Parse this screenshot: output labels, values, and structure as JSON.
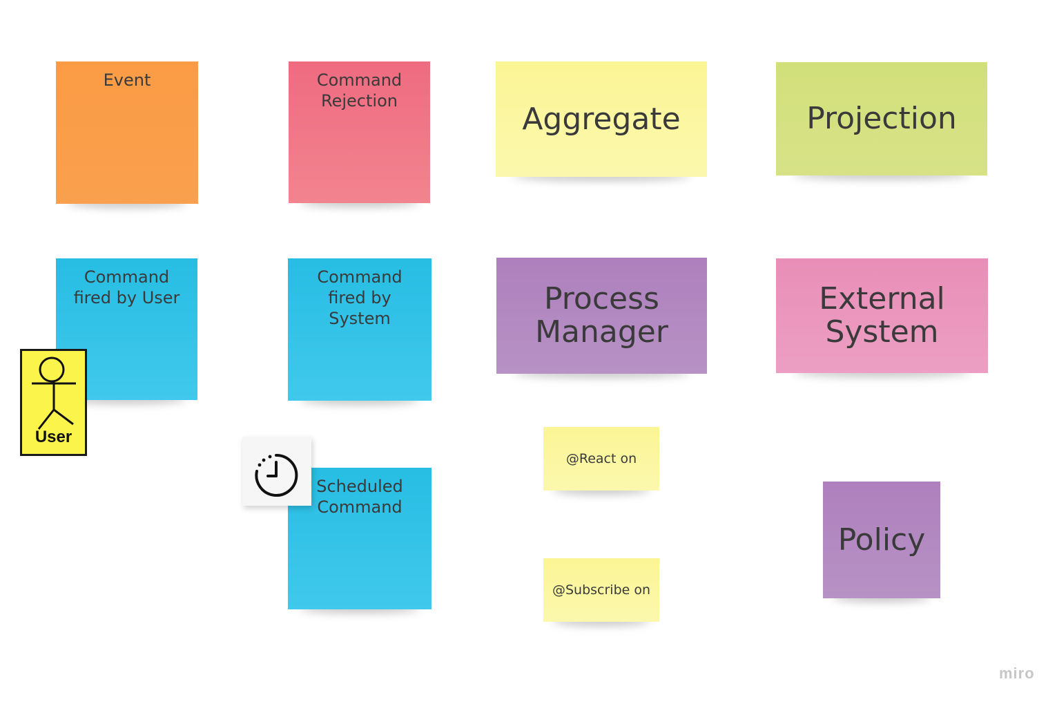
{
  "stickies": {
    "event": "Event",
    "command_rejection": "Command\nRejection",
    "aggregate": "Aggregate",
    "projection": "Projection",
    "command_user": "Command\nfired by User",
    "command_system": "Command\nfired by\nSystem",
    "process_manager": "Process\nManager",
    "external_system": "External\nSystem",
    "react_on": "@React on",
    "scheduled_command": "Scheduled\nCommand",
    "subscribe_on": "@Subscribe on",
    "policy": "Policy"
  },
  "user_card": {
    "label": "User"
  },
  "branding": {
    "logo": "miro"
  },
  "colors": {
    "orange": "#fb9b45",
    "red": "#ef6b80",
    "yellow": "#fbf595",
    "green": "#d2e07a",
    "blue": "#27bde3",
    "purple": "#ae80bd",
    "pink": "#e98eb8",
    "user_card": "#fbf44a"
  }
}
